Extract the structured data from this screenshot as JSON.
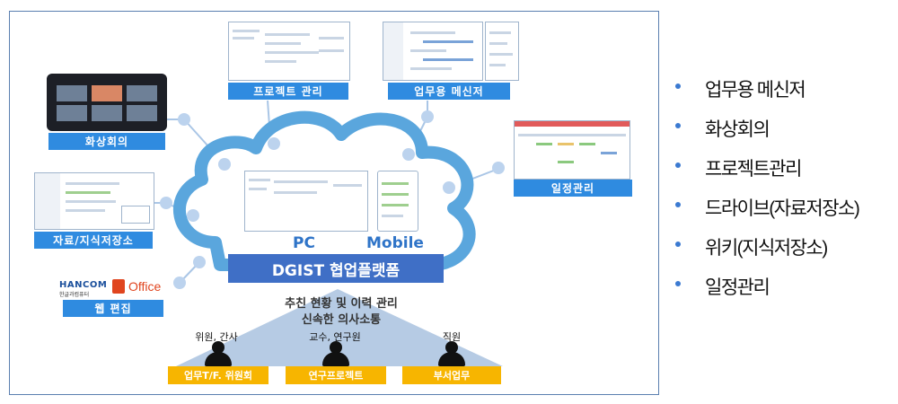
{
  "diagram": {
    "modules": {
      "video": "화상회의",
      "project": "프로젝트 관리",
      "messenger": "업무용 메신저",
      "schedule": "일정관리",
      "drive": "자료/지식저장소",
      "web_edit": "웹 편집"
    },
    "logos": {
      "hancom_top": "HANCOM",
      "hancom_sub": "한글과컴퓨터",
      "office": "Office"
    },
    "platform": {
      "pc": "PC",
      "mobile": "Mobile",
      "title": "DGIST 협업플랫폼"
    },
    "caption": {
      "line1": "추친 현황 및 이력 관리",
      "line2": "신속한 의사소통"
    },
    "roles": [
      {
        "role": "위원, 간사",
        "group": "업무T/F. 위원회"
      },
      {
        "role": "교수, 연구원",
        "group": "연구프로젝트"
      },
      {
        "role": "직원",
        "group": "부서업무"
      }
    ]
  },
  "features": [
    "업무용 메신저",
    "화상회의",
    "프로젝트관리",
    "드라이브(자료저장소)",
    "위키(지식저장소)",
    "일정관리"
  ],
  "colors": {
    "accent_blue": "#2f8be0",
    "cloud_stroke": "#5aa6dd",
    "platform_bar": "#3f6fc6",
    "group_yellow": "#f7b500",
    "bullet": "#3b7ad1"
  }
}
